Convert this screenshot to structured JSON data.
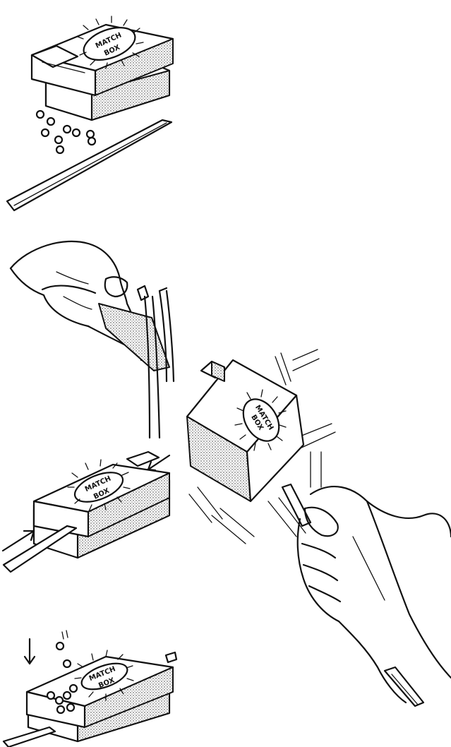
{
  "label_line1": "MATCH",
  "label_line2": "BOX",
  "panels": [
    {
      "name": "materials",
      "items": [
        "matchbox",
        "dried-peas",
        "flat-stick"
      ]
    },
    {
      "name": "split-stick"
    },
    {
      "name": "insert-stick"
    },
    {
      "name": "add-peas"
    },
    {
      "name": "shake-rattle"
    }
  ]
}
